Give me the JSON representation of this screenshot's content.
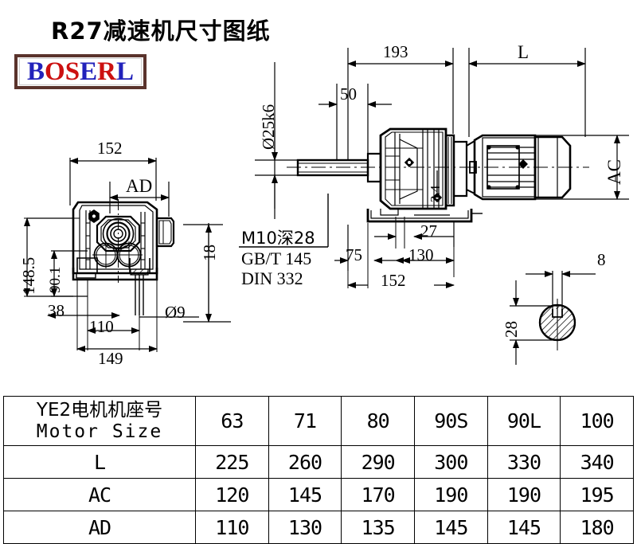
{
  "document": {
    "title": "R27减速机尺寸图纸",
    "logo": {
      "text": "BOSERL",
      "letters": [
        {
          "ch": "B",
          "color": "#2222bb"
        },
        {
          "ch": "O",
          "color": "#cc1111"
        },
        {
          "ch": "S",
          "color": "#cc1111"
        },
        {
          "ch": "E",
          "color": "#2222bb"
        },
        {
          "ch": "R",
          "color": "#cc1111"
        },
        {
          "ch": "L",
          "color": "#2222bb"
        }
      ],
      "border_color": "#5a332c"
    }
  },
  "left_view": {
    "name": "end-view",
    "dimensions": {
      "width_overall": "152",
      "ad_label": "AD",
      "height_overall": "148.5",
      "height_center": "90.1",
      "offset_right": "18",
      "foot_left": "38",
      "hole_spacing": "110",
      "base_width": "149",
      "hole_diameter": "Ø9"
    }
  },
  "main_view": {
    "name": "side-view",
    "dimensions": {
      "gear_length": "193",
      "motor_length": "L",
      "shaft_length": "50",
      "shaft_diameter": "Ø25k6",
      "motor_diameter": "AC",
      "tap_depth": "3.4",
      "foot_rear": "27",
      "foot_front": "75",
      "foot_spacing": "130",
      "base_length": "152"
    },
    "notes": [
      "M10深28",
      "GB/T 145",
      "DIN 332"
    ]
  },
  "key_detail": {
    "name": "keyway-section",
    "dimensions": {
      "key_width": "8",
      "key_height": "28"
    }
  },
  "table": {
    "header_cn": "YE2电机机座号",
    "header_en": "Motor Size",
    "columns": [
      "63",
      "71",
      "80",
      "90S",
      "90L",
      "100"
    ],
    "rows": [
      {
        "label": "L",
        "values": [
          "225",
          "260",
          "290",
          "300",
          "330",
          "340"
        ]
      },
      {
        "label": "AC",
        "values": [
          "120",
          "145",
          "170",
          "190",
          "190",
          "195"
        ]
      },
      {
        "label": "AD",
        "values": [
          "110",
          "130",
          "135",
          "145",
          "145",
          "180"
        ]
      }
    ]
  }
}
